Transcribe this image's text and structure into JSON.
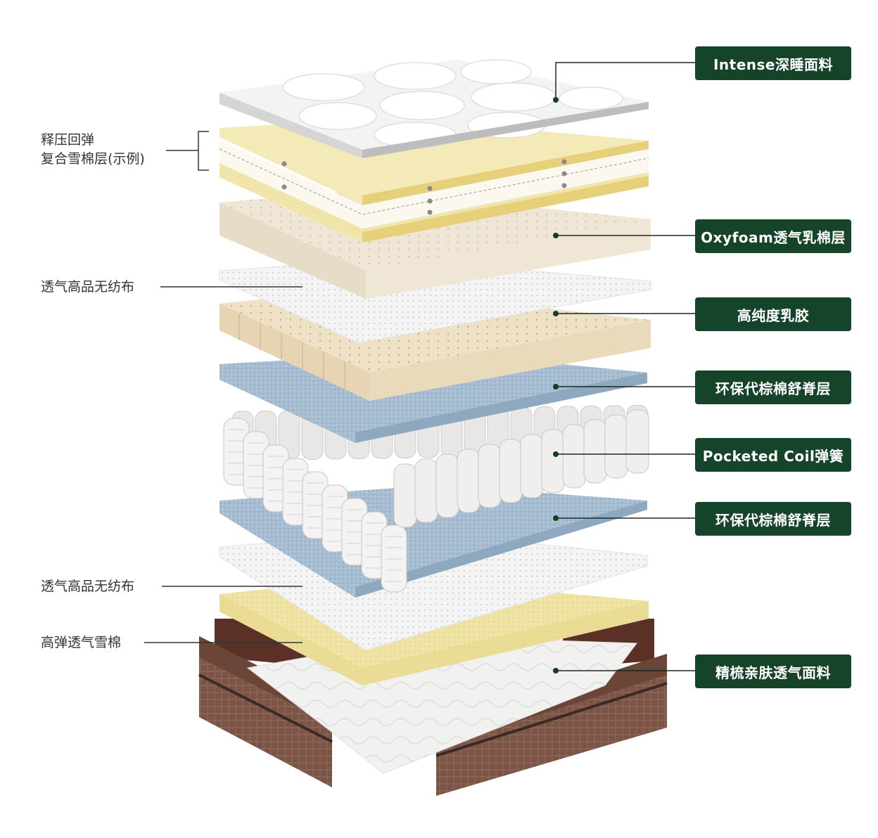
{
  "labels_right": [
    "Intense深睡面料",
    "Oxyfoam透气乳棉层",
    "高纯度乳胶",
    "环保代棕棉舒脊层",
    "Pocketed Coil弹簧",
    "环保代棕棉舒脊层",
    "精梳亲肤透气面料"
  ],
  "labels_left": {
    "memory_foam_line1": "释压回弹",
    "memory_foam_line2": "复合雪棉层(示例)",
    "nonwoven_top": "透气高品无纺布",
    "nonwoven_bottom": "透气高品无纺布",
    "high_resilience_foam": "高弹透气雪棉"
  },
  "colors": {
    "label_bg": "#15442a",
    "label_text": "#ffffff",
    "leader_line": "#1a2a22",
    "left_text": "#333333"
  }
}
